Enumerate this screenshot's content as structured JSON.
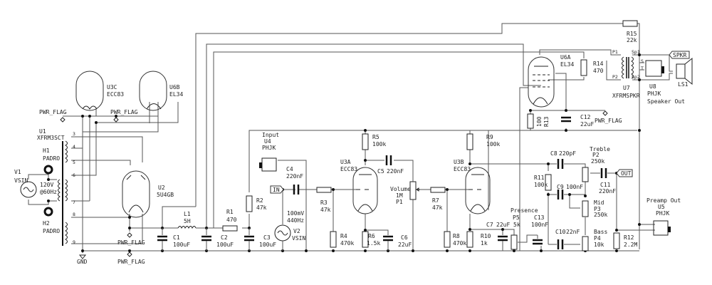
{
  "schematic": {
    "power_flag": "PWR_FLAG",
    "gnd": "GND",
    "labels": {
      "in": "IN",
      "out": "OUT",
      "spkr": "SPKR"
    },
    "components": {
      "V1": {
        "ref": "V1",
        "value": "VSIN",
        "note1": "120V",
        "note2": "@60Hz"
      },
      "H1": {
        "ref": "H1",
        "value": "PADRO"
      },
      "H2": {
        "ref": "H2",
        "value": "PADRO"
      },
      "U1": {
        "ref": "U1",
        "value": "XFRM3SCT",
        "pins": [
          "3",
          "4",
          "5",
          "6",
          "7",
          "8",
          "9"
        ]
      },
      "U2": {
        "ref": "U2",
        "value": "5U4GB"
      },
      "U3C": {
        "ref": "U3C",
        "value": "ECC83"
      },
      "U6B": {
        "ref": "U6B",
        "value": "EL34"
      },
      "L1": {
        "ref": "L1",
        "value": "5H"
      },
      "C1": {
        "ref": "C1",
        "value": "100uF"
      },
      "C2": {
        "ref": "C2",
        "value": "100uF"
      },
      "C3": {
        "ref": "C3",
        "value": "100uF"
      },
      "R1": {
        "ref": "R1",
        "value": "470"
      },
      "R2": {
        "ref": "R2",
        "value": "47k"
      },
      "U4": {
        "title": "Input",
        "ref": "U4",
        "value": "PHJK"
      },
      "C4": {
        "ref": "C4",
        "value": "220nF"
      },
      "V2": {
        "ref": "V2",
        "value": "VSIN",
        "note1": "100mV",
        "note2": "440Hz"
      },
      "R3": {
        "ref": "R3",
        "value": "47k"
      },
      "R4": {
        "ref": "R4",
        "value": "470k"
      },
      "R5": {
        "ref": "R5",
        "value": "100k"
      },
      "U3A": {
        "ref": "U3A",
        "value": "ECC83"
      },
      "C5": {
        "ref": "C5",
        "value": "220nF"
      },
      "R6": {
        "ref": "R6",
        "value": "1.5k"
      },
      "C6": {
        "ref": "C6",
        "value": "22uF"
      },
      "P1": {
        "title": "Volume",
        "ref": "P1",
        "value": "1M"
      },
      "R7": {
        "ref": "R7",
        "value": "47k"
      },
      "R8": {
        "ref": "R8",
        "value": "470k"
      },
      "R9": {
        "ref": "R9",
        "value": "100k"
      },
      "U3B": {
        "ref": "U3B",
        "value": "ECC83"
      },
      "R10": {
        "ref": "R10",
        "value": "1k"
      },
      "C7": {
        "ref": "C7",
        "value": "22uF"
      },
      "P5": {
        "title": "Presence",
        "ref": "P5",
        "value": "5k"
      },
      "C13": {
        "ref": "C13",
        "value": "100nF"
      },
      "R11": {
        "ref": "R11",
        "value": "100k"
      },
      "C8": {
        "ref": "C8",
        "value": "220pF"
      },
      "C9": {
        "ref": "C9",
        "value": "100nF"
      },
      "C10": {
        "ref": "C10",
        "value": "22nF"
      },
      "P2": {
        "title": "Treble",
        "ref": "P2",
        "value": "250k"
      },
      "P3": {
        "title": "Mid",
        "ref": "P3",
        "value": "250k"
      },
      "P4": {
        "title": "Bass",
        "ref": "P4",
        "value": "10k"
      },
      "C11": {
        "ref": "C11",
        "value": "220nF"
      },
      "R12": {
        "ref": "R12",
        "value": "2.2M"
      },
      "U5": {
        "title": "Preamp Out",
        "ref": "U5",
        "value": "PHJK"
      },
      "U6A": {
        "ref": "U6A",
        "value": "EL34"
      },
      "R14": {
        "ref": "R14",
        "value": "470"
      },
      "R13": {
        "ref": "R13",
        "value": "100"
      },
      "C12": {
        "ref": "C12",
        "value": "22uF"
      },
      "R15": {
        "ref": "R15",
        "value": "22k"
      },
      "U7": {
        "ref": "U7",
        "value": "XFRMSPKR",
        "pins": [
          "P1",
          "P2",
          "Sp1",
          "Sp2"
        ]
      },
      "U8": {
        "ref": "U8",
        "value": "PHJK",
        "title": "Speaker Out"
      },
      "LS1": {
        "ref": "LS1"
      }
    }
  }
}
